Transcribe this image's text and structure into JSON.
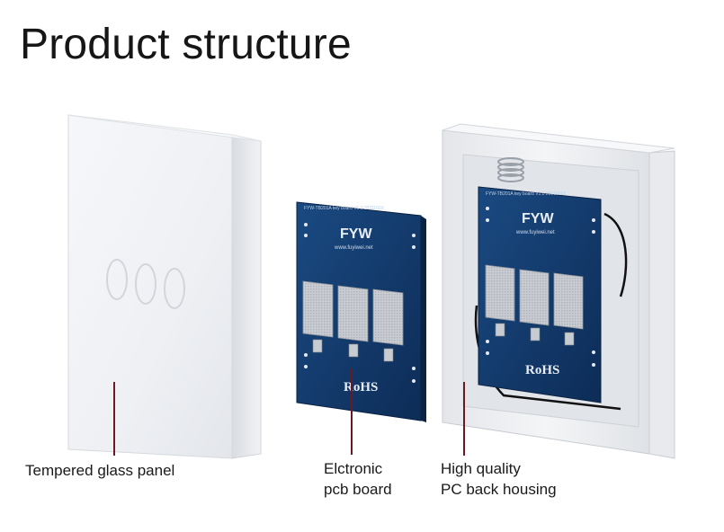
{
  "title": "Product structure",
  "components": {
    "glass_panel": {
      "label": "Tempered glass panel"
    },
    "pcb_board": {
      "label_line1": "Elctronic",
      "label_line2": "pcb board"
    },
    "back_housing": {
      "label_line1": "High quality",
      "label_line2": "PC back housing"
    }
  },
  "pcb_print": {
    "brand": "FYW",
    "website": "www.fuyiwei.net",
    "certification": "RoHS",
    "model": "FYW-TB201A key board V1.0 20210116"
  },
  "colors": {
    "pointer": "#6b1a22",
    "pcb": "#123a6a",
    "pcb_dark": "#0c2a52",
    "panel": "#f3f4f7",
    "housing": "#eceef1"
  }
}
